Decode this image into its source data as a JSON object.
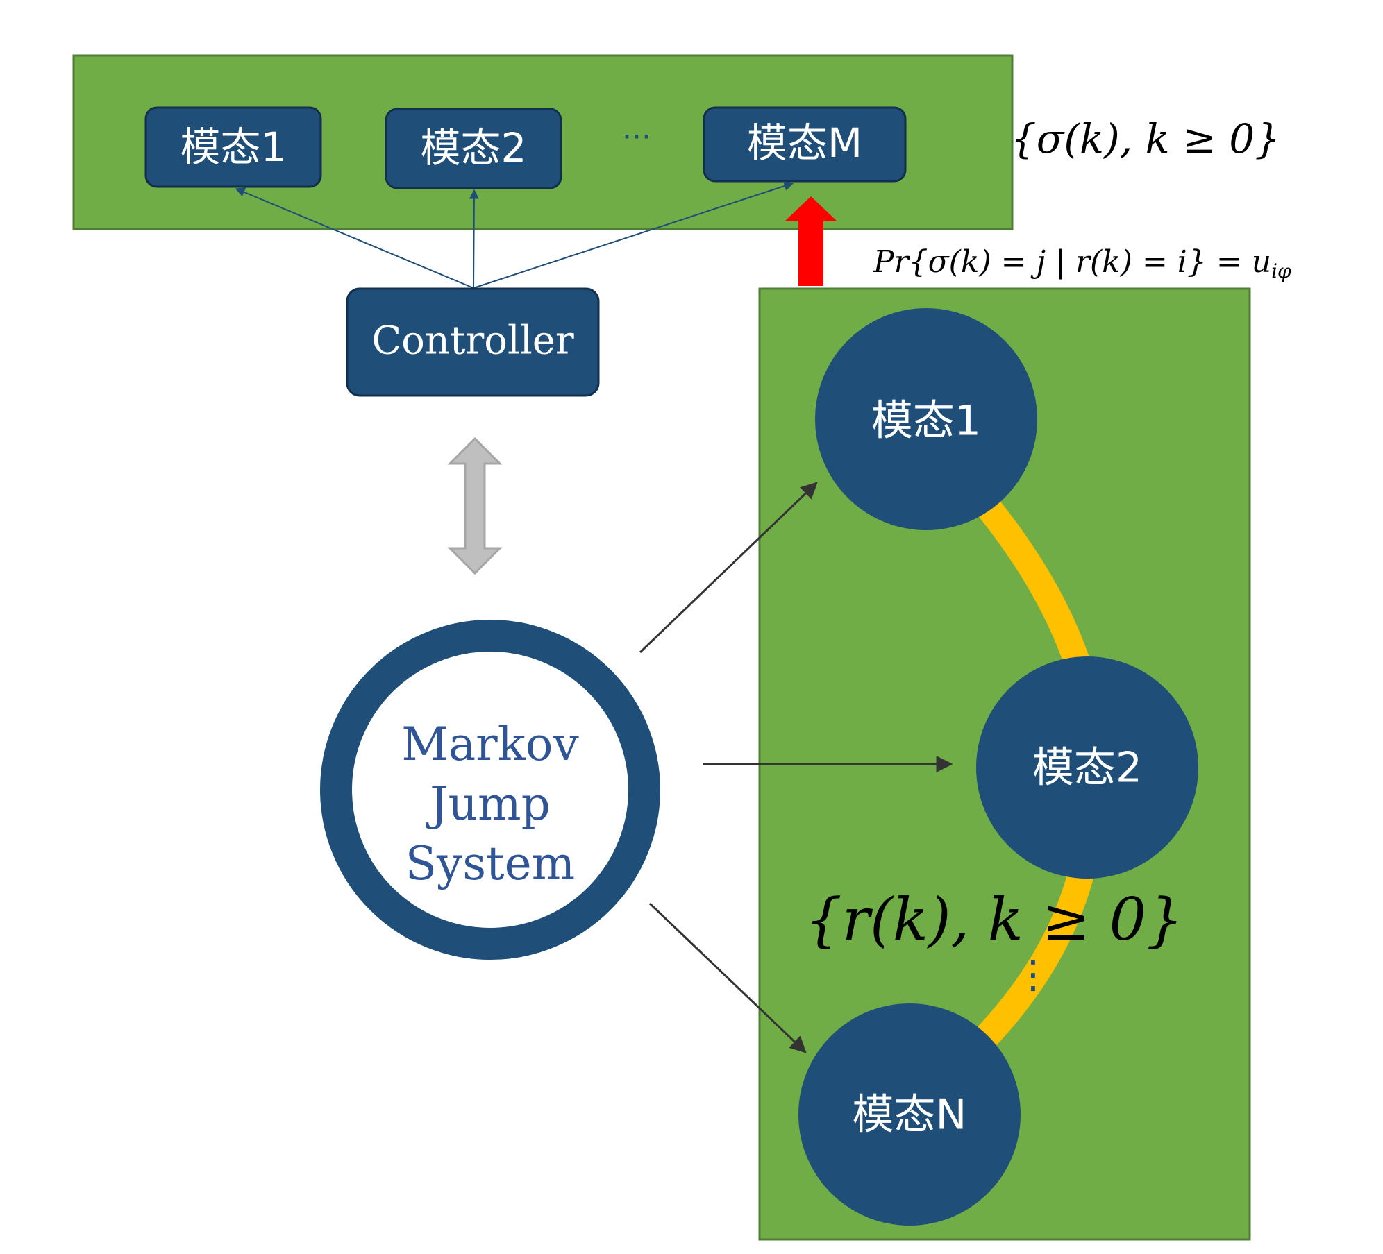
{
  "colors": {
    "panel_green": "#70AD47",
    "panel_border": "#4E7D33",
    "node_blue": "#1F4E79",
    "node_border": "#12304D",
    "markov_text": "#2F5597",
    "chain_yellow": "#FFC000",
    "arrow_red": "#FF0000",
    "arrow_gray": "#BFBFBF",
    "arrow_dark": "#333333"
  },
  "top_panel": {
    "modes": [
      "模态1",
      "模态2",
      "模态M"
    ],
    "ellipsis": "···",
    "set_label": "{σ(k), k ≥ 0}"
  },
  "controller": {
    "label": "Controller"
  },
  "markov": {
    "line1": "Markov",
    "line2": "Jump",
    "line3": "System"
  },
  "probability_label": "Pr{σ(k) = j | r(k) = i} = u",
  "probability_subscript": "iφ",
  "right_panel": {
    "modes": [
      "模态1",
      "模态2",
      "模态N"
    ],
    "set_label": "{r(k), k ≥ 0}",
    "ellipsis": "⋮"
  }
}
